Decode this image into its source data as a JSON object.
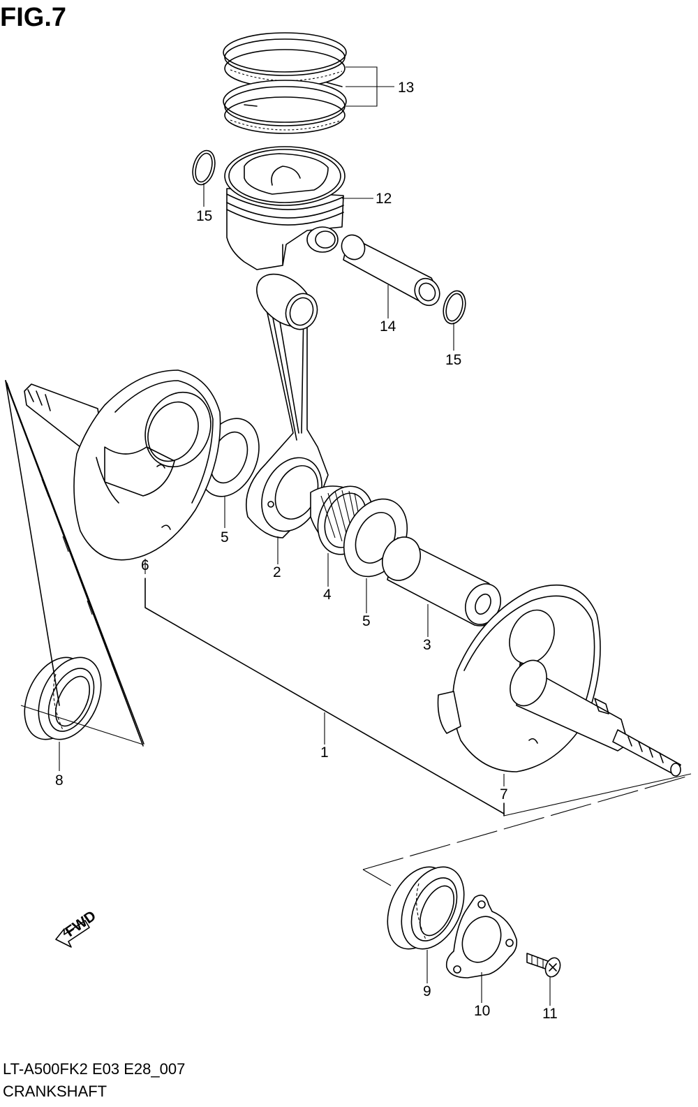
{
  "figure": {
    "title": "FIG.7",
    "code": "LT-A500FK2 E03 E28_007",
    "name": "CRANKSHAFT"
  },
  "fwd_label": "FWD",
  "callouts": [
    {
      "id": "c1",
      "label": "1"
    },
    {
      "id": "c2",
      "label": "2"
    },
    {
      "id": "c3",
      "label": "3"
    },
    {
      "id": "c4",
      "label": "4"
    },
    {
      "id": "c5a",
      "label": "5"
    },
    {
      "id": "c5b",
      "label": "5"
    },
    {
      "id": "c6",
      "label": "6"
    },
    {
      "id": "c7",
      "label": "7"
    },
    {
      "id": "c8",
      "label": "8"
    },
    {
      "id": "c9",
      "label": "9"
    },
    {
      "id": "c10",
      "label": "10"
    },
    {
      "id": "c11",
      "label": "11"
    },
    {
      "id": "c12",
      "label": "12"
    },
    {
      "id": "c13",
      "label": "13"
    },
    {
      "id": "c14",
      "label": "14"
    },
    {
      "id": "c15a",
      "label": "15"
    },
    {
      "id": "c15b",
      "label": "15"
    }
  ]
}
